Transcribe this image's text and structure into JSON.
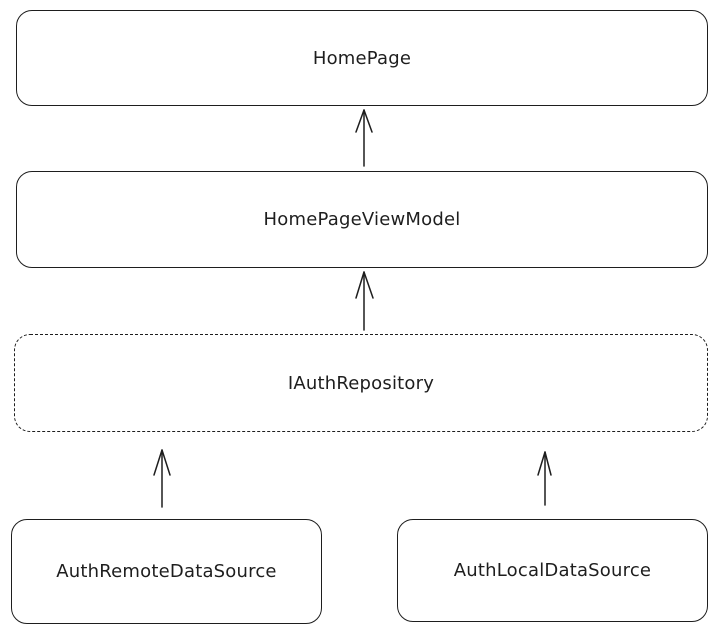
{
  "diagram": {
    "nodes": {
      "homepage": "HomePage",
      "viewmodel": "HomePageViewModel",
      "repository": "IAuthRepository",
      "remote": "AuthRemoteDataSource",
      "local": "AuthLocalDataSource"
    },
    "edges": [
      {
        "from": "viewmodel",
        "to": "homepage"
      },
      {
        "from": "repository",
        "to": "viewmodel"
      },
      {
        "from": "remote",
        "to": "repository"
      },
      {
        "from": "local",
        "to": "repository"
      }
    ]
  }
}
